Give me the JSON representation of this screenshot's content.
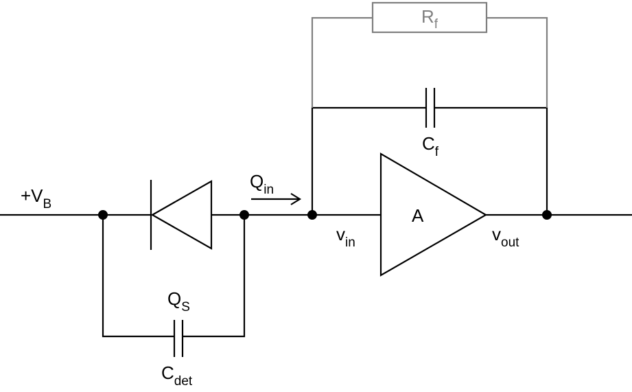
{
  "labels": {
    "bias": {
      "main": "+V",
      "sub": "B"
    },
    "charge_in": {
      "main": "Q",
      "sub": "in"
    },
    "v_in": {
      "main": "v",
      "sub": "in"
    },
    "v_out": {
      "main": "v",
      "sub": "out"
    },
    "amplifier": "A",
    "feedback_resistor": {
      "main": "R",
      "sub": "f"
    },
    "feedback_capacitor": {
      "main": "C",
      "sub": "f"
    },
    "signal_charge": {
      "main": "Q",
      "sub": "S"
    },
    "detector_capacitor": {
      "main": "C",
      "sub": "det"
    }
  },
  "colors": {
    "wire": "#000000",
    "feedback_resistor_branch": "#7f7f7f"
  }
}
